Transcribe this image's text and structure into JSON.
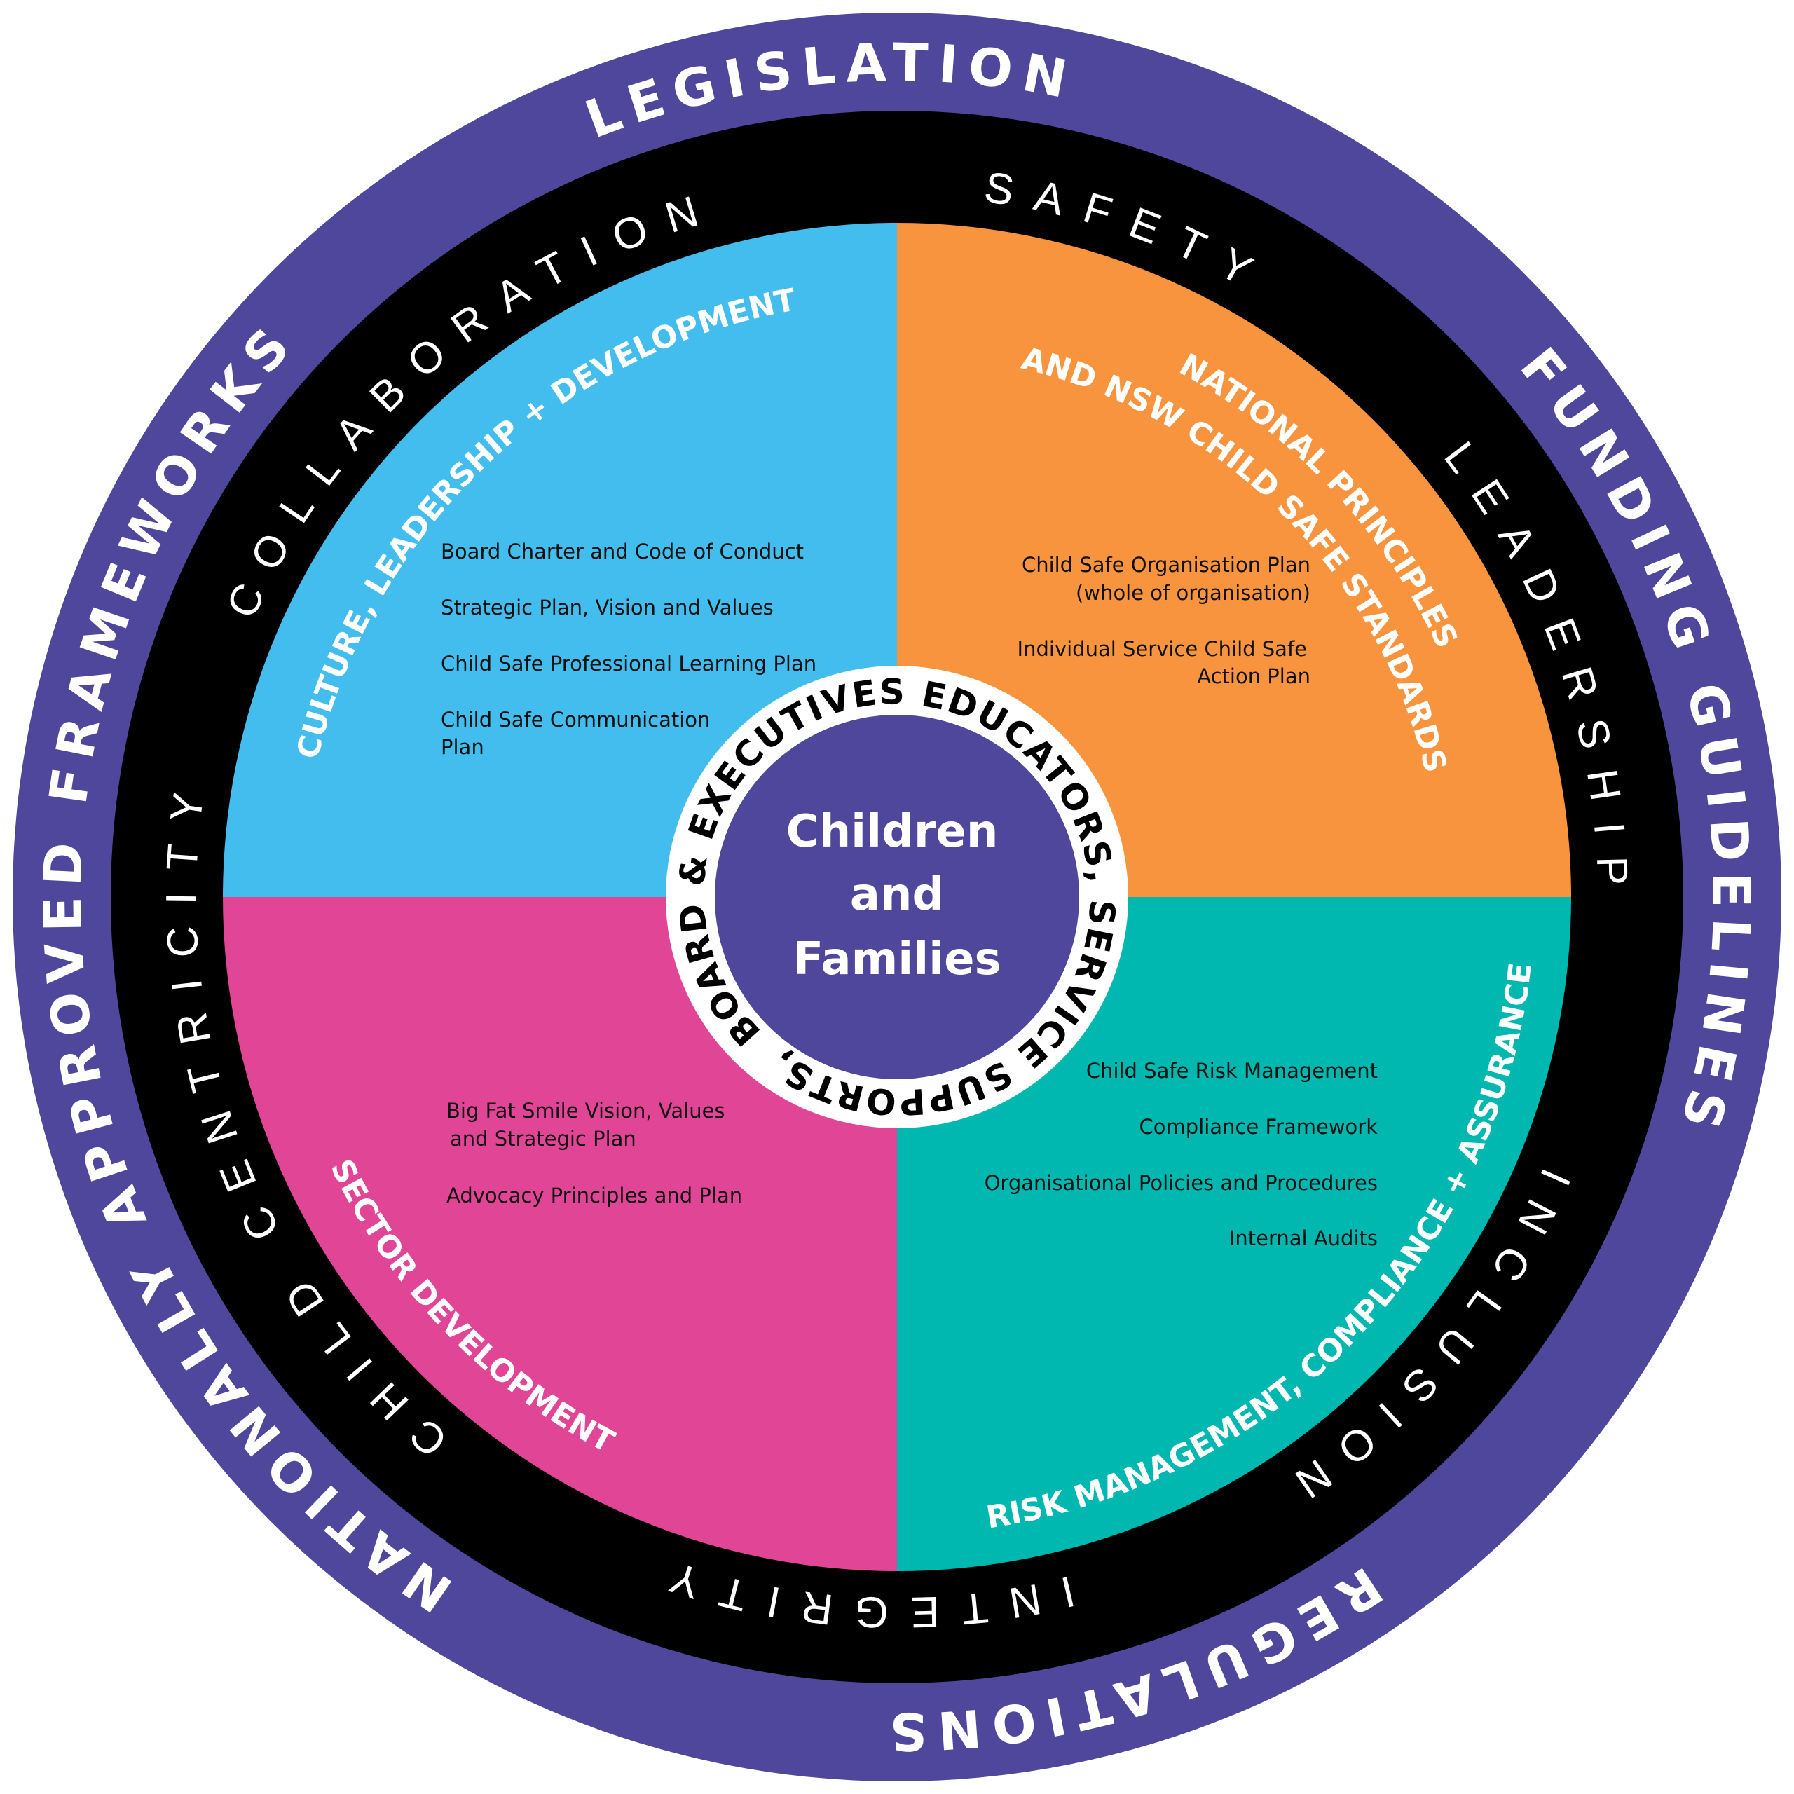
{
  "colors": {
    "outer": "#4F479B",
    "ring": "#000000",
    "culture": "#42BDEE",
    "principles": "#F7943D",
    "sector": "#E14595",
    "risk": "#00B8B0",
    "center": "#4F479B"
  },
  "outer_ring": {
    "top": "LEGISLATION",
    "right": "FUNDING GUIDELINES",
    "bottom": "REGULATIONS",
    "left": "NATIONALLY APPROVED FRAMEWORKS"
  },
  "values_ring": {
    "safety": "SAFETY",
    "leadership": "LEADERSHIP",
    "inclusion": "INCLUSION",
    "integrity": "INTEGRITY",
    "child_centricity": "CHILD CENTRICITY",
    "collaboration": "COLLABORATION"
  },
  "quadrants": {
    "culture": {
      "title": "CULTURE, LEADERSHIP + DEVELOPMENT",
      "items": [
        "Board Charter and Code of Conduct",
        "Strategic Plan, Vision and Values",
        "Child Safe Professional Learning Plan",
        "Child Safe Communication",
        "Plan"
      ]
    },
    "principles": {
      "title_line1": "NATIONAL PRINCIPLES",
      "title_line2": "AND NSW CHILD SAFE STANDARDS",
      "items": [
        "Child Safe Organisation Plan",
        "(whole of organisation)",
        "Individual Service Child Safe",
        "Action Plan"
      ]
    },
    "sector": {
      "title": "SECTOR DEVELOPMENT",
      "items": [
        "Big Fat Smile Vision, Values",
        "and Strategic Plan",
        "Advocacy Principles and Plan"
      ]
    },
    "risk": {
      "title": "RISK MANAGEMENT, COMPLIANCE + ASSURANCE",
      "items": [
        "Child Safe Risk Management",
        "Compliance Framework",
        "Organisational Policies and Procedures",
        "Internal Audits"
      ]
    }
  },
  "stakeholder_band": "BOARD & EXECUTIVES EDUCATORS, SERVICE SUPPORTS,",
  "center": {
    "line1": "Children",
    "line2": "and",
    "line3": "Families"
  }
}
